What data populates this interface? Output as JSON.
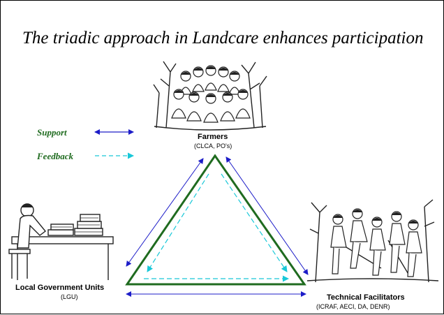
{
  "title": "The triadic approach in Landcare enhances participation",
  "legend": {
    "support_label": "Support",
    "feedback_label": "Feedback"
  },
  "nodes": {
    "farmers": {
      "name": "Farmers",
      "sub": "(CLCA, PO's)"
    },
    "lgu": {
      "name": "Local Government Units",
      "sub": "(LGU)"
    },
    "technical": {
      "name": "Technical Facilitators",
      "sub": "(ICRAF, AECI, DA, DENR)"
    }
  },
  "colors": {
    "triangle": "#1f6b1f",
    "support": "#1c1cc8",
    "feedback": "#19c8d8",
    "legend_text": "#1f6b1f"
  },
  "icons": [
    "farmers-group-illustration",
    "desk-worker-illustration",
    "field-workers-illustration"
  ]
}
